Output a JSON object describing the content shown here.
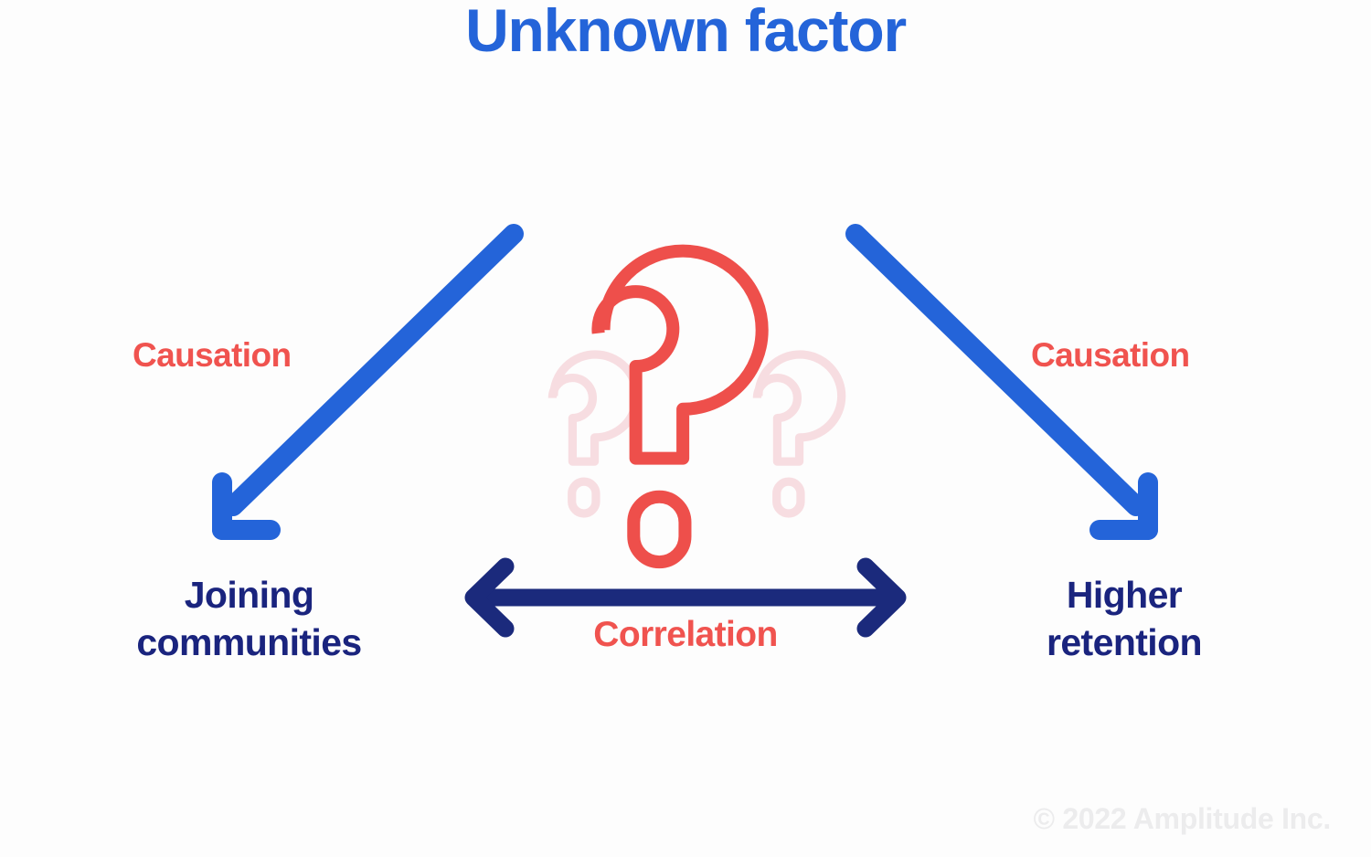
{
  "diagram": {
    "title": "Unknown factor",
    "background_color": "#fdfdfd",
    "nodes": {
      "top": "Unknown factor",
      "bottom_left": "Joining\ncommunities",
      "bottom_right": "Higher\nretention"
    },
    "edges": {
      "left_arrow_label": "Causation",
      "right_arrow_label": "Causation",
      "bottom_arrow_label": "Correlation"
    },
    "icons": {
      "center": "question-mark-icon",
      "left_faded": "question-mark-icon-faded",
      "right_faded": "question-mark-icon-faded",
      "left_arrow": "arrow-down-left-icon",
      "right_arrow": "arrow-down-right-icon",
      "bottom_arrow": "double-headed-horizontal-arrow-icon"
    },
    "colors": {
      "title_blue": "#2464d9",
      "arrow_blue": "#2464d9",
      "node_navy": "#1a247e",
      "correlation_arrow_navy": "#1b2a7c",
      "accent_red": "#f0534f",
      "question_mark_red": "#ee4f4b",
      "question_mark_faded_pink": "#f7dde1",
      "copyright_gray": "#ececed"
    }
  },
  "footer": {
    "copyright": "© 2022 Amplitude Inc."
  }
}
